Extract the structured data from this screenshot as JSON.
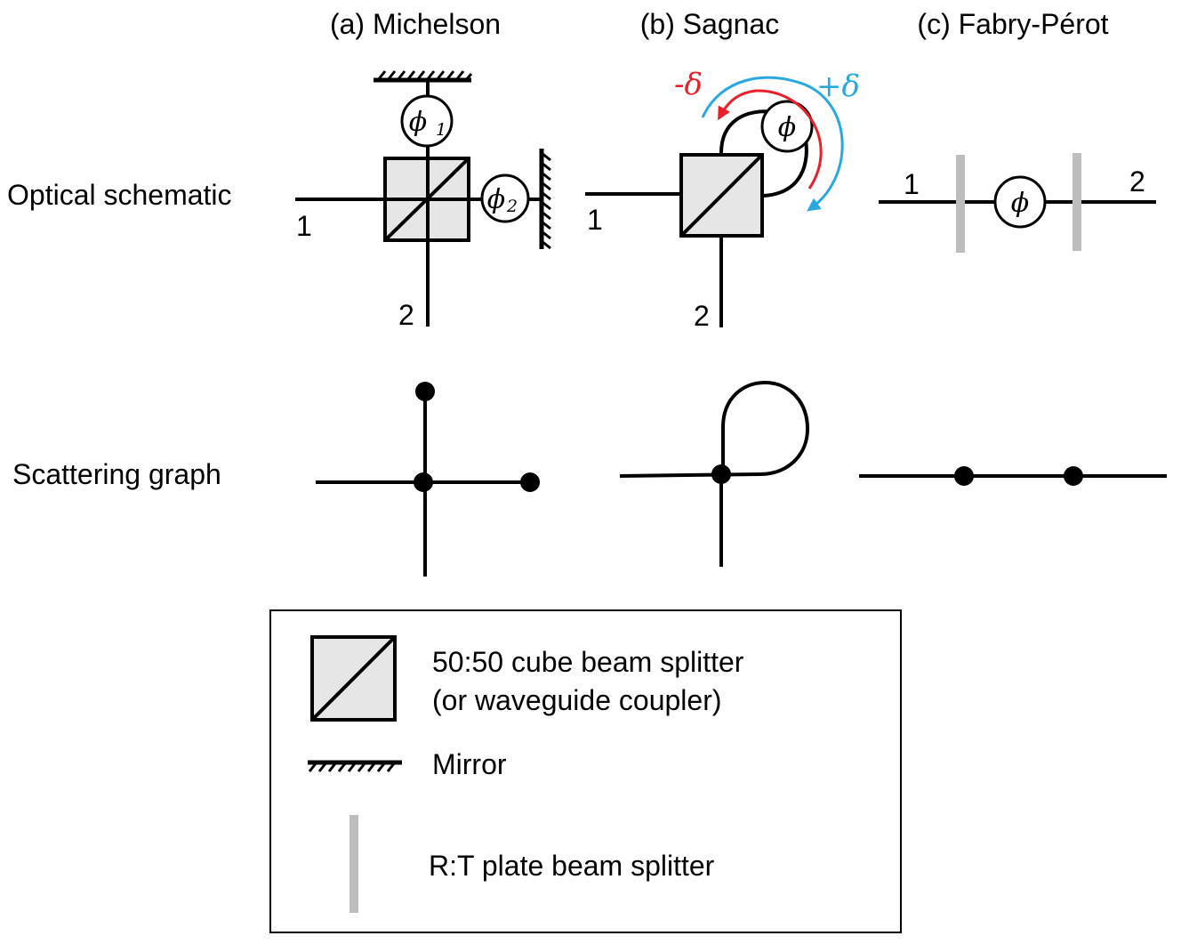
{
  "columns": {
    "michelson": "(a) Michelson",
    "sagnac": "(b) Sagnac",
    "fabry_perot": "(c) Fabry-Pérot"
  },
  "rows": {
    "optical": "Optical schematic",
    "scattering": "Scattering graph"
  },
  "michelson": {
    "phi": "ϕ",
    "phi1_sub": "1",
    "phi2_sub": "2",
    "port1": "1",
    "port2": "2"
  },
  "sagnac": {
    "phi": "ϕ",
    "port1": "1",
    "port2": "2",
    "minus_delta": "-δ",
    "plus_delta": "+δ"
  },
  "fabry_perot": {
    "phi": "ϕ",
    "port1": "1",
    "port2": "2"
  },
  "legend": {
    "bs_line1": "50:50 cube beam splitter",
    "bs_line2": "(or waveguide coupler)",
    "mirror": "Mirror",
    "plate": "R:T plate beam splitter"
  },
  "colors": {
    "minus_delta": "#e8202a",
    "plus_delta": "#29a8e0",
    "beam_splitter_fill": "#e6e6e6",
    "plate": "#bdbdbd"
  }
}
